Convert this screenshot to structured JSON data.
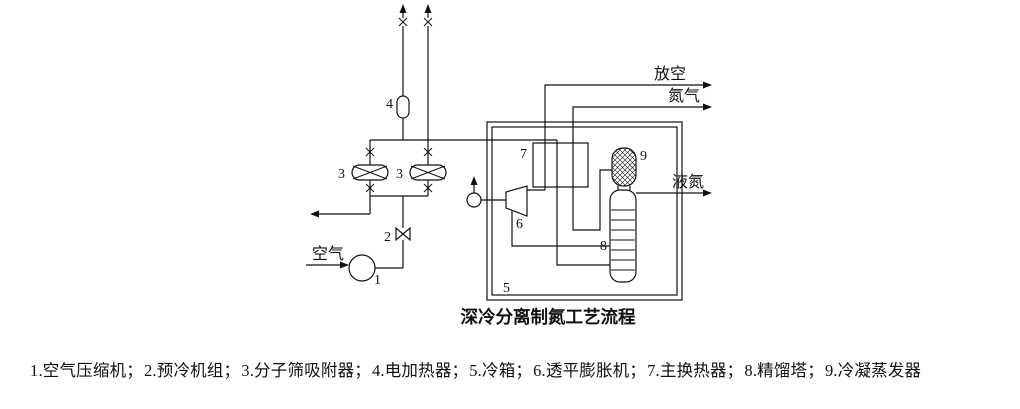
{
  "title": "深冷分离制氮工艺流程",
  "colors": {
    "line": "#111111",
    "background": "#ffffff"
  },
  "streams": {
    "air_in": "空气",
    "vent": "放空",
    "n2_gas": "氮气",
    "liquid_n2": "液氮"
  },
  "tags": {
    "t1": "1",
    "t2": "2",
    "t3": "3",
    "t4": "4",
    "t5": "5",
    "t6": "6",
    "t7": "7",
    "t8": "8",
    "t9": "9"
  },
  "legend": {
    "items": [
      "1.空气压缩机；",
      "2.预冷机组；",
      "3.分子筛吸附器；",
      "4.电加热器；",
      "5.冷箱；",
      "6.透平膨胀机；",
      "7.主换热器；",
      "8.精馏塔；",
      "9.冷凝蒸发器"
    ]
  }
}
